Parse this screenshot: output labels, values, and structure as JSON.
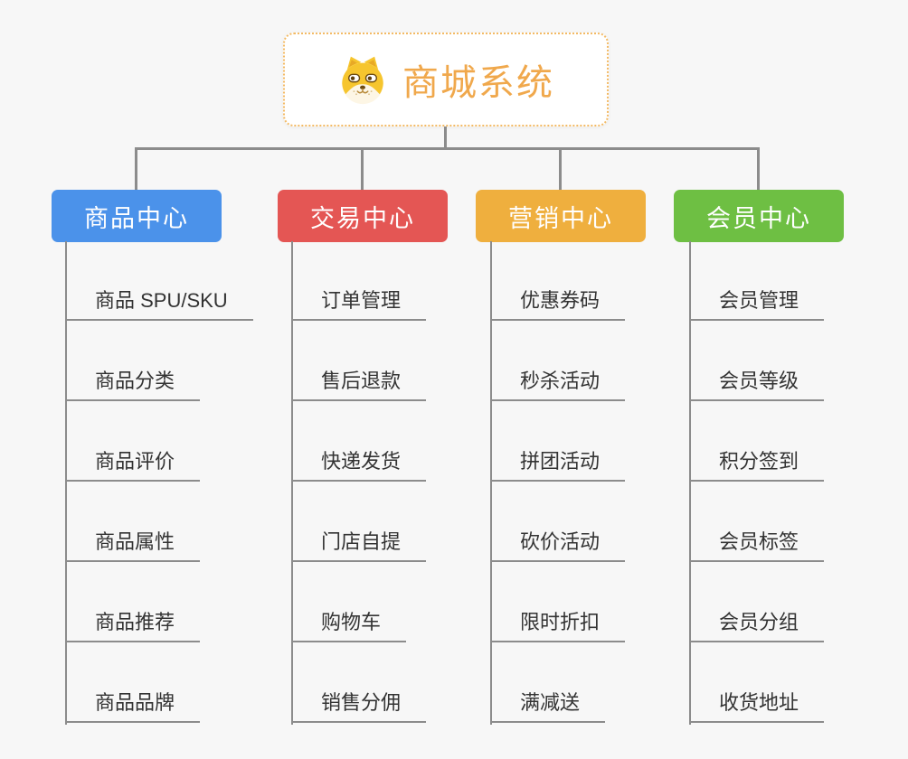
{
  "colors": {
    "background": "#F7F7F7",
    "connector": "#8C8C8C",
    "item_text": "#333333",
    "root_border": "#F3BA64",
    "root_title": "#F0A84C"
  },
  "root": {
    "title": "商城系统",
    "icon": "dog-icon"
  },
  "branches": [
    {
      "label": "商品中心",
      "color": "#4B92EA",
      "items": [
        "商品 SPU/SKU",
        "商品分类",
        "商品评价",
        "商品属性",
        "商品推荐",
        "商品品牌"
      ]
    },
    {
      "label": "交易中心",
      "color": "#E45654",
      "items": [
        "订单管理",
        "售后退款",
        "快递发货",
        "门店自提",
        "购物车",
        "销售分佣"
      ]
    },
    {
      "label": "营销中心",
      "color": "#EFAF3E",
      "items": [
        "优惠券码",
        "秒杀活动",
        "拼团活动",
        "砍价活动",
        "限时折扣",
        "满减送"
      ]
    },
    {
      "label": "会员中心",
      "color": "#6EBF43",
      "items": [
        "会员管理",
        "会员等级",
        "积分签到",
        "会员标签",
        "会员分组",
        "收货地址"
      ]
    }
  ]
}
